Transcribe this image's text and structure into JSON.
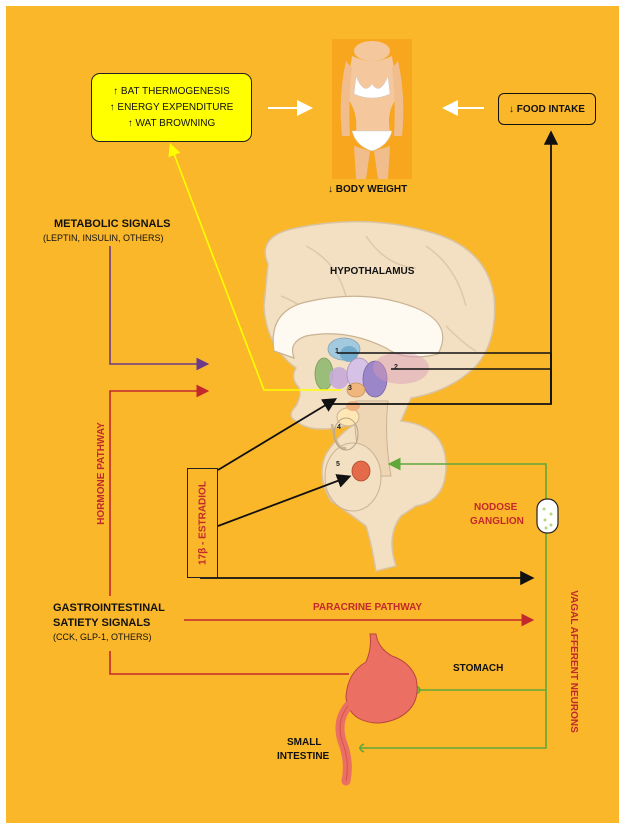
{
  "effects_box": {
    "line1": "↑ BAT THERMOGENESIS",
    "line2": "↑ ENERGY EXPENDITURE",
    "line3": "↑ WAT BROWNING"
  },
  "food_intake": "↓ FOOD INTAKE",
  "body_weight": "↓ BODY WEIGHT",
  "metabolic": {
    "title": "METABOLIC SIGNALS",
    "subtitle": "(LEPTIN, INSULIN, OTHERS)"
  },
  "hypothalamus": "HYPOTHALAMUS",
  "hormone_pathway": "HORMONE PATHWAY",
  "estradiol": "17β - ESTRADIOL",
  "nodose": {
    "line1": "NODOSE",
    "line2": "GANGLION"
  },
  "vagal": "VAGAL AFFERENT NEURONS",
  "gi": {
    "line1": "GASTROINTESTINAL",
    "line2": "SATIETY SIGNALS",
    "line3": "(CCK, GLP-1, OTHERS)"
  },
  "paracrine": "PARACRINE PATHWAY",
  "stomach": "STOMACH",
  "small_intestine": {
    "line1": "SMALL",
    "line2": "INTESTINE"
  },
  "nuclei": [
    "1",
    "2",
    "3",
    "4",
    "5"
  ],
  "colors": {
    "background": "#fbb72a",
    "hormone": "#c3282c",
    "metabolic": "#6b3b8a",
    "vagal": "#5fa83a",
    "effects": "#ffff00"
  }
}
